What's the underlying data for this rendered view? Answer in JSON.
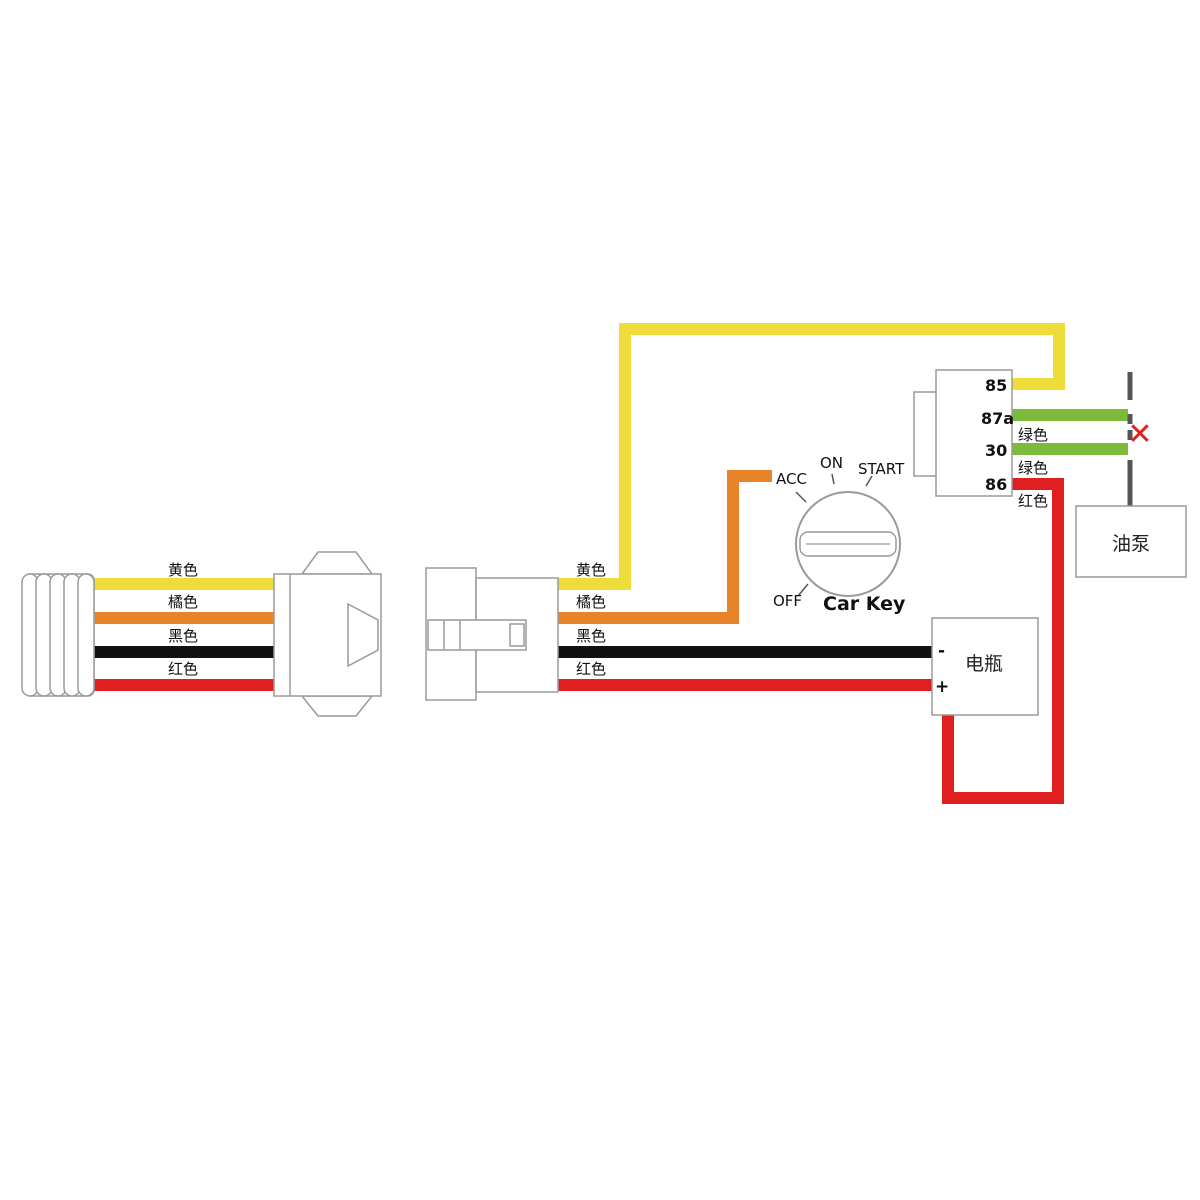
{
  "colors": {
    "yellow": "#EEDC3A",
    "orange": "#E8832A",
    "black": "#111111",
    "red": "#E02020",
    "green": "#7CBA3A",
    "outline": "#9A9A9A"
  },
  "wire_labels_left": [
    "黄色",
    "橘色",
    "黑色",
    "红色"
  ],
  "wire_labels_right": [
    "黄色",
    "橘色",
    "黑色",
    "红色"
  ],
  "relay": {
    "pins": [
      "85",
      "87a",
      "30",
      "86"
    ],
    "wire_labels": [
      "绿色",
      "绿色",
      "红色"
    ]
  },
  "ignition": {
    "positions": [
      "ACC",
      "ON",
      "START",
      "OFF"
    ],
    "title": "Car Key"
  },
  "battery": {
    "label": "电瓶",
    "minus": "-",
    "plus": "+"
  },
  "fuel_pump": {
    "label": "油泵"
  },
  "cut_mark": "✕"
}
